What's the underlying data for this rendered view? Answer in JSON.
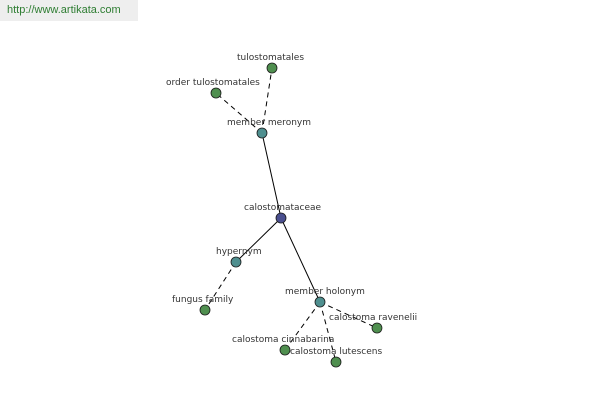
{
  "header": {
    "url": "http://www.artikata.com"
  },
  "colors": {
    "center_node": "#4a4f8f",
    "relation_node": "#4f8f8f",
    "leaf_node": "#4f8f4f",
    "edge": "#000000",
    "label": "#333333",
    "url_text": "#2e7d32",
    "url_bg": "#eeeeee"
  },
  "graph": {
    "nodes": [
      {
        "id": "calostomataceae",
        "label": "calostomataceae",
        "kind": "center"
      },
      {
        "id": "member-meronym",
        "label": "member meronym",
        "kind": "relation"
      },
      {
        "id": "hypernym",
        "label": "hypernym",
        "kind": "relation"
      },
      {
        "id": "member-holonym",
        "label": "member holonym",
        "kind": "relation"
      },
      {
        "id": "tulostomatales",
        "label": "tulostomatales",
        "kind": "leaf"
      },
      {
        "id": "order-tulostomatales",
        "label": "order tulostomatales",
        "kind": "leaf"
      },
      {
        "id": "fungus-family",
        "label": "fungus family",
        "kind": "leaf"
      },
      {
        "id": "calostoma-ravenelii",
        "label": "calostoma ravenelii",
        "kind": "leaf"
      },
      {
        "id": "calostoma-cinnabarina",
        "label": "calostoma cinnabarina",
        "kind": "leaf"
      },
      {
        "id": "calostoma-lutescens",
        "label": "calostoma lutescens",
        "kind": "leaf"
      }
    ],
    "edges": [
      {
        "from": "calostomataceae",
        "to": "member-meronym",
        "style": "solid"
      },
      {
        "from": "calostomataceae",
        "to": "hypernym",
        "style": "solid"
      },
      {
        "from": "calostomataceae",
        "to": "member-holonym",
        "style": "solid"
      },
      {
        "from": "member-meronym",
        "to": "tulostomatales",
        "style": "dashed"
      },
      {
        "from": "member-meronym",
        "to": "order-tulostomatales",
        "style": "dashed"
      },
      {
        "from": "hypernym",
        "to": "fungus-family",
        "style": "dashed"
      },
      {
        "from": "member-holonym",
        "to": "calostoma-ravenelii",
        "style": "dashed"
      },
      {
        "from": "member-holonym",
        "to": "calostoma-cinnabarina",
        "style": "dashed"
      },
      {
        "from": "member-holonym",
        "to": "calostoma-lutescens",
        "style": "dashed"
      }
    ]
  }
}
